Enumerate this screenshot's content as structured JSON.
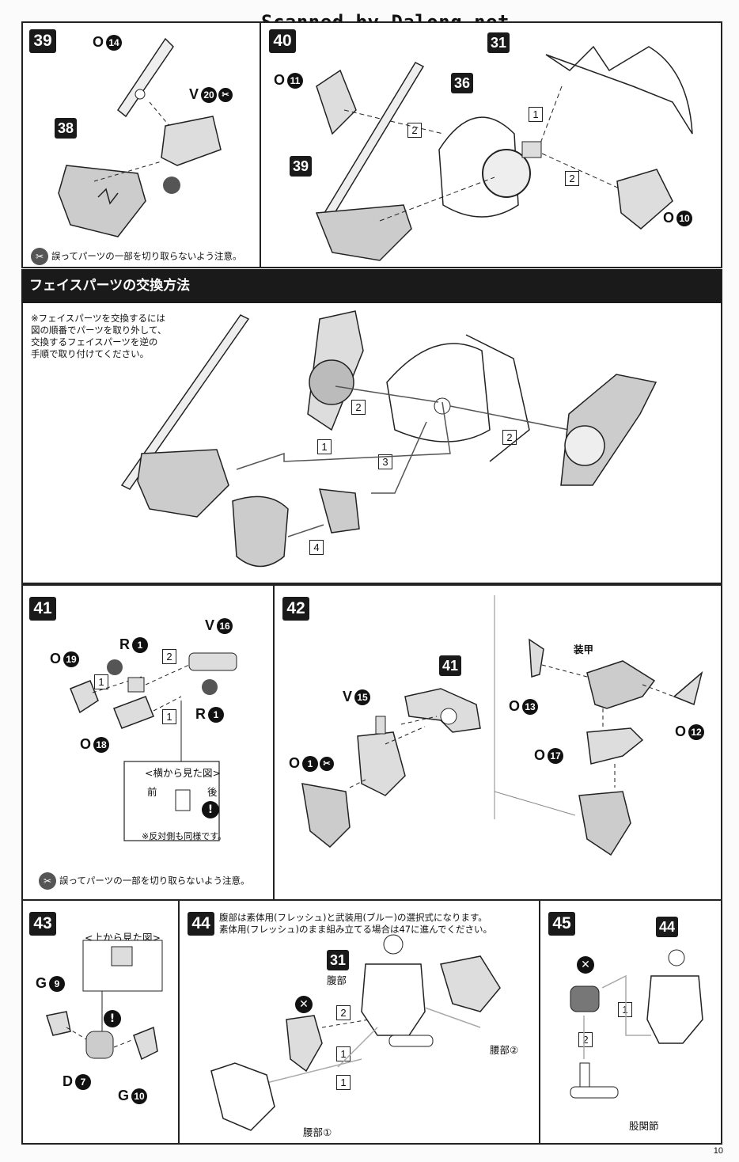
{
  "watermark": "Scanned by Dalong.net",
  "page_number": "10",
  "steps": {
    "s39": {
      "num": "39",
      "part_o": "O",
      "part_o_num": "14",
      "part_v": "V",
      "part_v_num": "20",
      "ref": "38",
      "caution": "誤ってパーツの一部を切り取らないよう注意。"
    },
    "s40": {
      "num": "40",
      "part_o1": "O",
      "part_o1_num": "11",
      "ref_a": "36",
      "ref_b": "39",
      "ref_c": "31",
      "part_o2": "O",
      "part_o2_num": "10",
      "b1": "1",
      "b2": "2",
      "b3": "2"
    },
    "face": {
      "title": "フェイスパーツの交換方法",
      "note": "※フェイスパーツを交換するには\n図の順番でパーツを取り外して、\n交換するフェイスパーツを逆の\n手順で取り付けてください。",
      "b1": "1",
      "b2": "2",
      "b2b": "2",
      "b3": "3",
      "b4": "4"
    },
    "s41": {
      "num": "41",
      "r1": "R",
      "r1_num": "1",
      "r2": "R",
      "r2_num": "1",
      "v": "V",
      "v_num": "16",
      "o19": "O",
      "o19_num": "19",
      "o18": "O",
      "o18_num": "18",
      "b1": "1",
      "b1b": "1",
      "b2": "2",
      "side_title": "<横から見た図>",
      "front": "前",
      "back": "後",
      "note": "※反対側も同様です。",
      "caution": "誤ってパーツの一部を切り取らないよう注意。"
    },
    "s42": {
      "num": "42",
      "ref": "41",
      "v": "V",
      "v_num": "15",
      "o1": "O",
      "o1_num": "1",
      "armor": "装甲",
      "o13": "O",
      "o13_num": "13",
      "o12": "O",
      "o12_num": "12",
      "o17": "O",
      "o17_num": "17"
    },
    "s43": {
      "num": "43",
      "top_title": "<上から見た図>",
      "g9": "G",
      "g9_num": "9",
      "d7": "D",
      "d7_num": "7",
      "g10": "G",
      "g10_num": "10"
    },
    "s44": {
      "num": "44",
      "text": "腹部は素体用(フレッシュ)と武装用(ブルー)の選択式になります。\n素体用(フレッシュ)のまま組み立てる場合は47に進んでください。",
      "ref": "31",
      "abdomen": "腹部",
      "waist2": "腰部②",
      "waist1": "腰部①",
      "b1": "1",
      "b1b": "1",
      "b2": "2"
    },
    "s45": {
      "num": "45",
      "ref": "44",
      "hip": "股関節",
      "b1": "1",
      "b2": "2"
    }
  }
}
